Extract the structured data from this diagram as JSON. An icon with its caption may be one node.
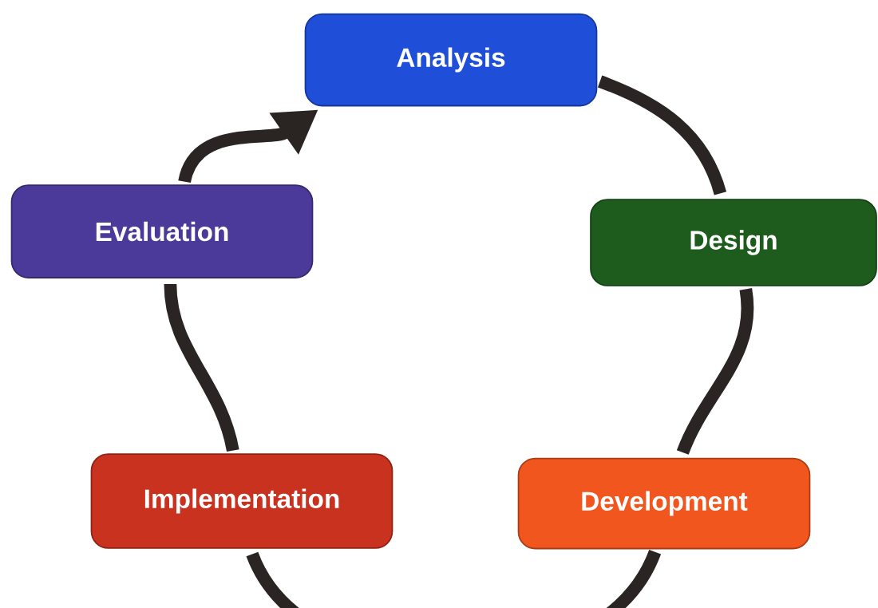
{
  "diagram": {
    "nodes": [
      {
        "text": [
          "Analysis"
        ]
      },
      {
        "text": [
          "Design"
        ]
      },
      {
        "text": [
          "Development"
        ]
      },
      {
        "text": [
          "Implementation"
        ]
      },
      {
        "text": [
          "Evaluation"
        ]
      }
    ],
    "edges": [
      {
        "from": 0,
        "to": 1,
        "arrow": "none"
      },
      {
        "from": 1,
        "to": 2,
        "arrow": "none"
      },
      {
        "from": 2,
        "to": 3,
        "arrow": "none"
      },
      {
        "from": 3,
        "to": 4,
        "arrow": "none"
      },
      {
        "from": 4,
        "to": 0,
        "arrow": "to"
      }
    ]
  }
}
